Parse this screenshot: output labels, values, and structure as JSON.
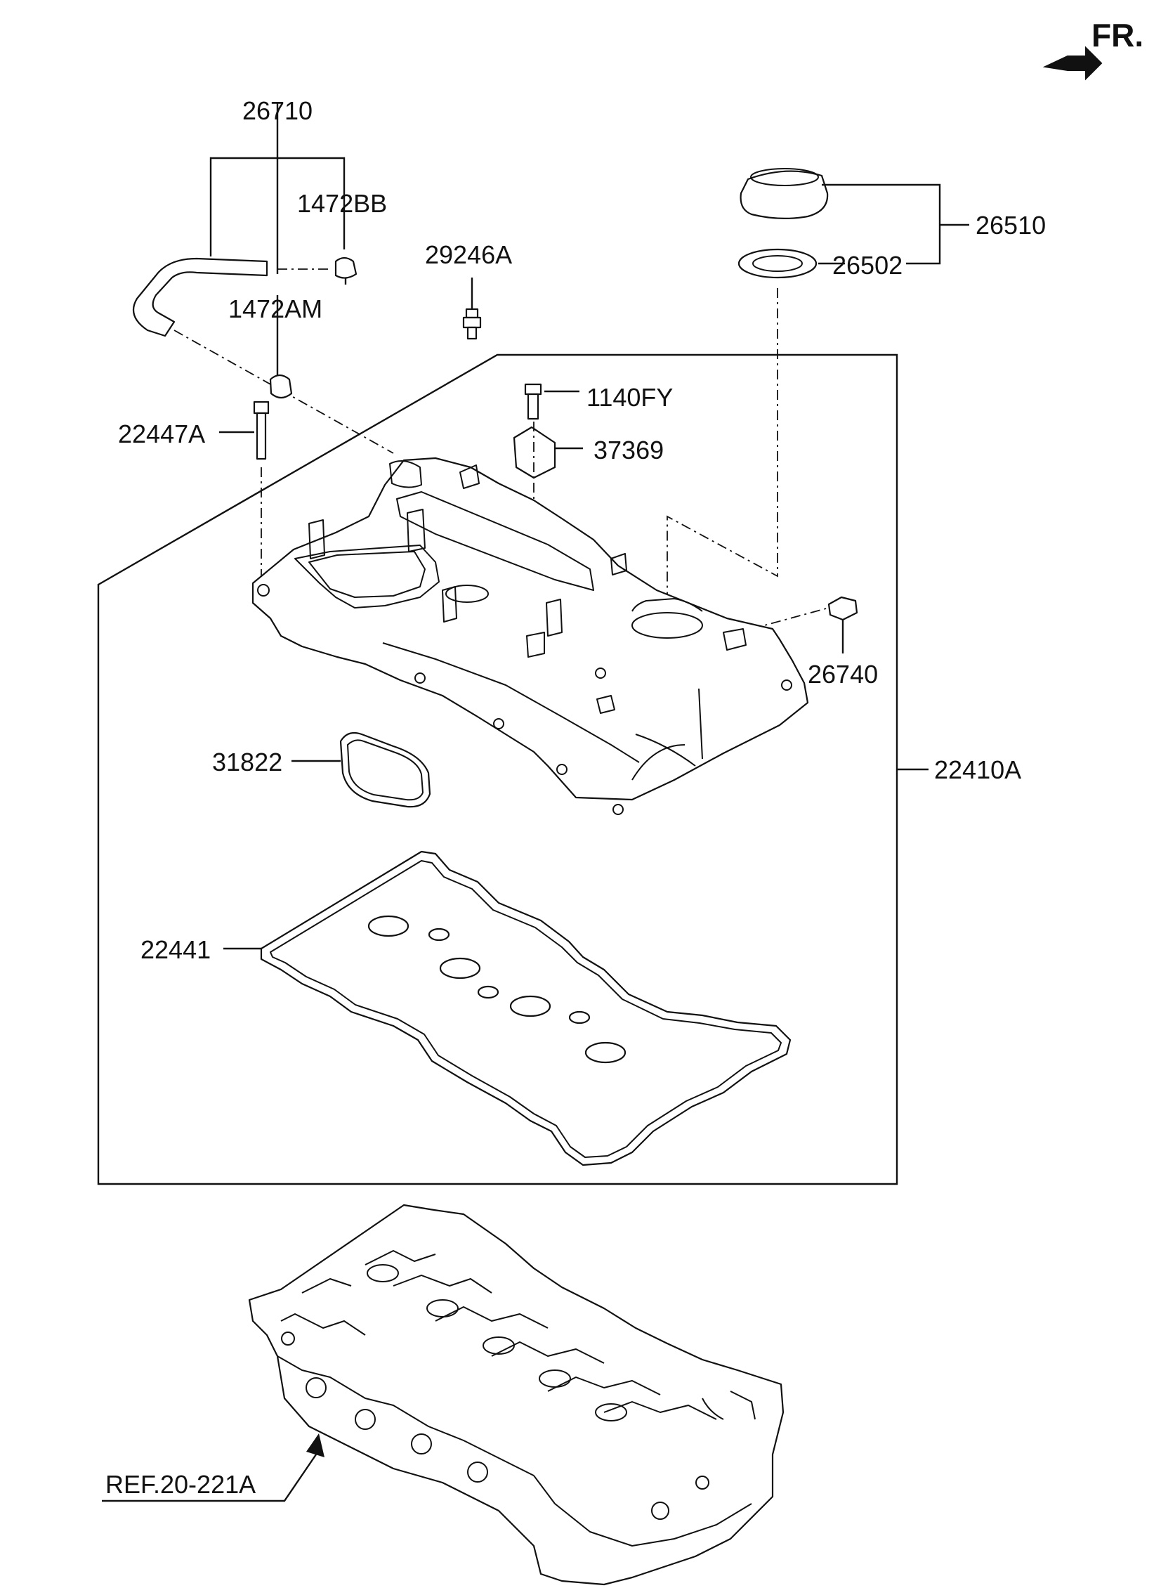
{
  "orientation": {
    "label": "FR.",
    "icon": "front-direction-arrow-icon"
  },
  "callouts": {
    "p26710": "26710",
    "p1472BB": "1472BB",
    "p1472AM": "1472AM",
    "p29246A": "29246A",
    "p26510": "26510",
    "p26502": "26502",
    "p1140FY": "1140FY",
    "p22447A": "22447A",
    "p37369": "37369",
    "p26740": "26740",
    "p31822": "31822",
    "p22410A": "22410A",
    "p22441": "22441",
    "ref": "REF.20-221A"
  },
  "colors": {
    "line": "#111111",
    "background": "#ffffff"
  }
}
